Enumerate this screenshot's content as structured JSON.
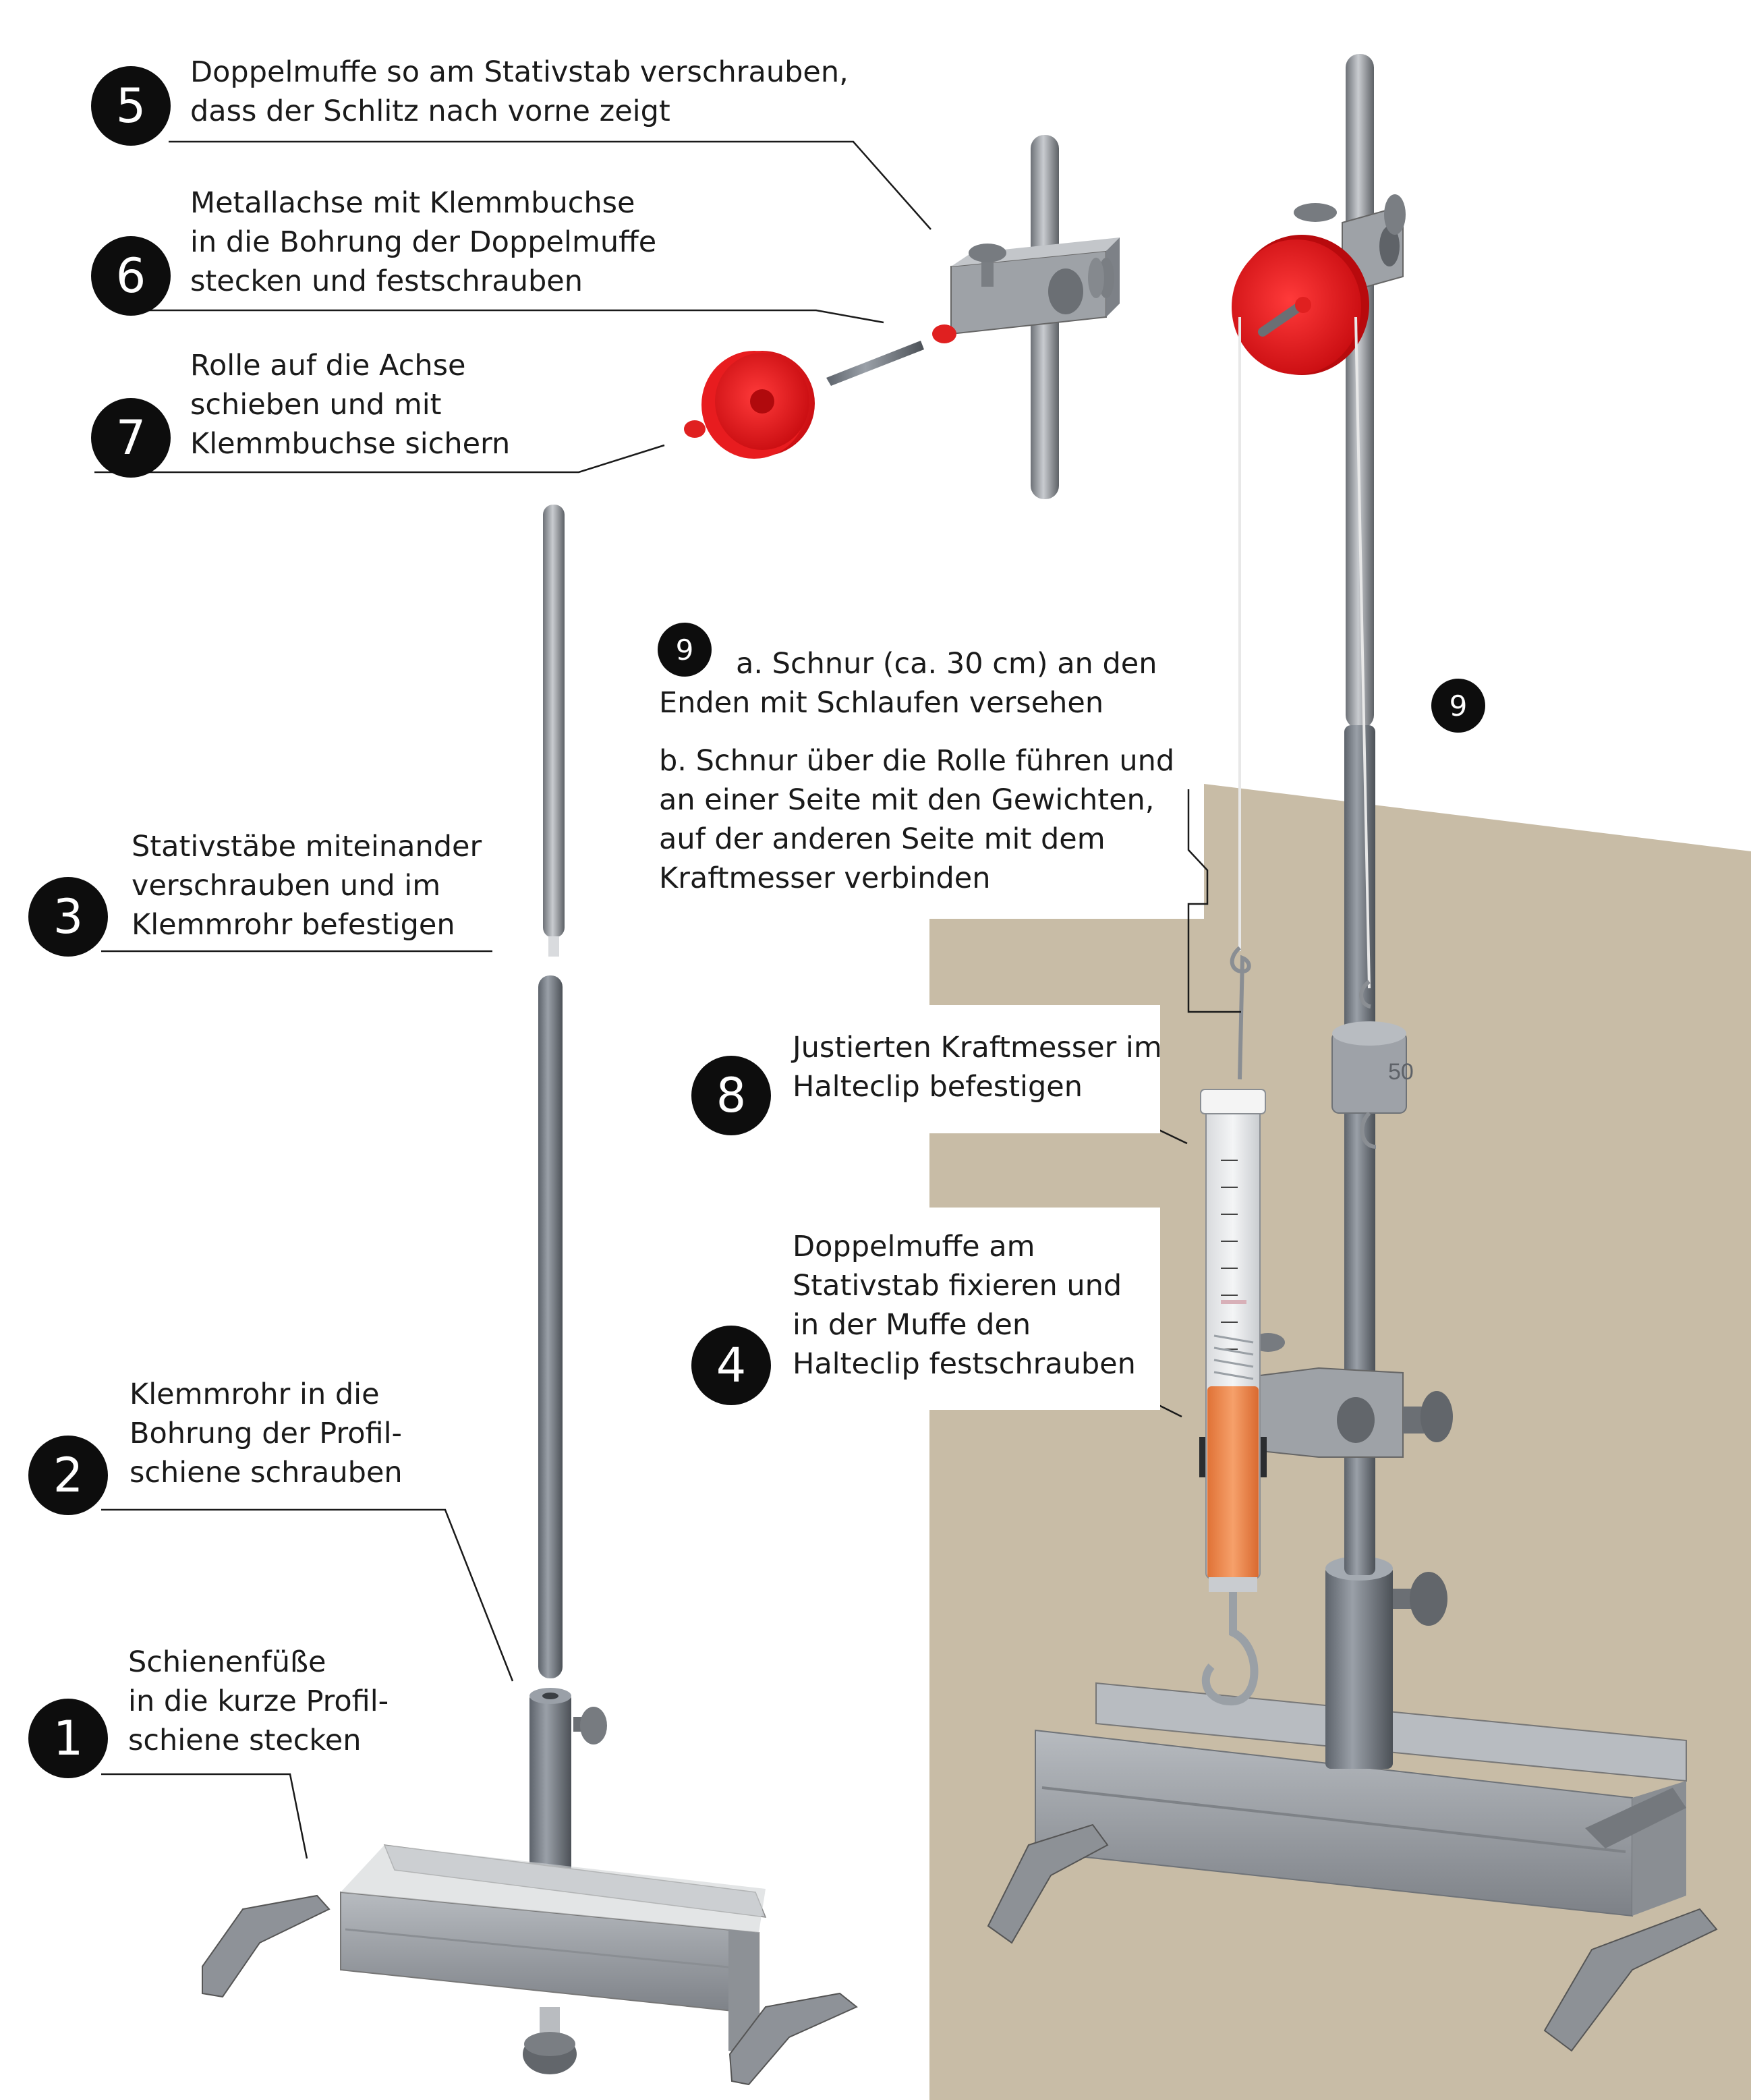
{
  "steps": [
    {
      "number": "5",
      "lines": [
        "Doppelmuffe so am Stativstab verschrauben,",
        "dass der Schlitz nach vorne zeigt"
      ]
    },
    {
      "number": "6",
      "lines": [
        "Metallachse mit Klemmbuchse",
        "in die Bohrung der Doppelmuffe",
        "stecken und festschrauben"
      ]
    },
    {
      "number": "7",
      "lines": [
        "Rolle auf die Achse",
        "schieben und mit",
        "Klemmbuchse sichern"
      ]
    },
    {
      "number": "3",
      "lines": [
        "Stativstäbe miteinander",
        "verschrauben und im",
        "Klemmrohr befestigen"
      ]
    },
    {
      "number": "2",
      "lines": [
        "Klemmrohr in die",
        "Bohrung der Profil-",
        "schiene schrauben"
      ]
    },
    {
      "number": "1",
      "lines": [
        "Schienenfüße",
        "in die kurze Profil-",
        "schiene stecken"
      ]
    },
    {
      "number": "8",
      "lines": [
        "Justierten Kraftmesser im",
        "Halteclip befestigen"
      ]
    },
    {
      "number": "4",
      "lines": [
        "Doppelmuffe am",
        "Stativstab fixieren und",
        "in der Muffe den",
        "Halteclip festschrauben"
      ]
    }
  ],
  "step9": {
    "number": "9",
    "line_a1": "a. Schnur (ca. 30 cm) an den",
    "line_a2": "Enden mit Schlaufen versehen",
    "line_b1": "b. Schnur über die Rolle führen und",
    "line_b2": "an einer Seite mit den Gewichten,",
    "line_b3": "auf der anderen Seite mit dem",
    "line_b4": "Kraftmesser verbinden",
    "marker": "9"
  },
  "weight_label": "50",
  "colors": {
    "background_panel": "#c8bca6",
    "metal": "#8e9298",
    "rail": "#a3a7ac",
    "pulley": "#e01418",
    "spring_scale_fill": "#f08a4e",
    "badge": "#0d0d0d"
  }
}
